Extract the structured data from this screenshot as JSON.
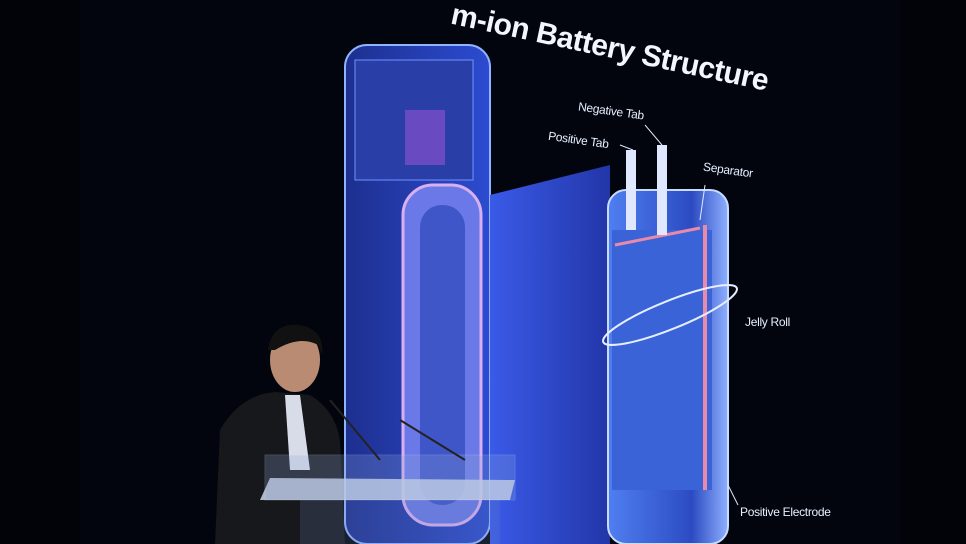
{
  "slide": {
    "title": "m-ion Battery Structure",
    "labels": {
      "negative_tab": "Negative Tab",
      "positive_tab": "Positive Tab",
      "separator": "Separator",
      "jelly_roll": "Jelly Roll",
      "positive_electrode": "Positive Electrode"
    }
  },
  "colors": {
    "screen_bg": "#02040c",
    "battery_blue": "#3a5fe0",
    "highlight_pink": "#e88aa8"
  }
}
